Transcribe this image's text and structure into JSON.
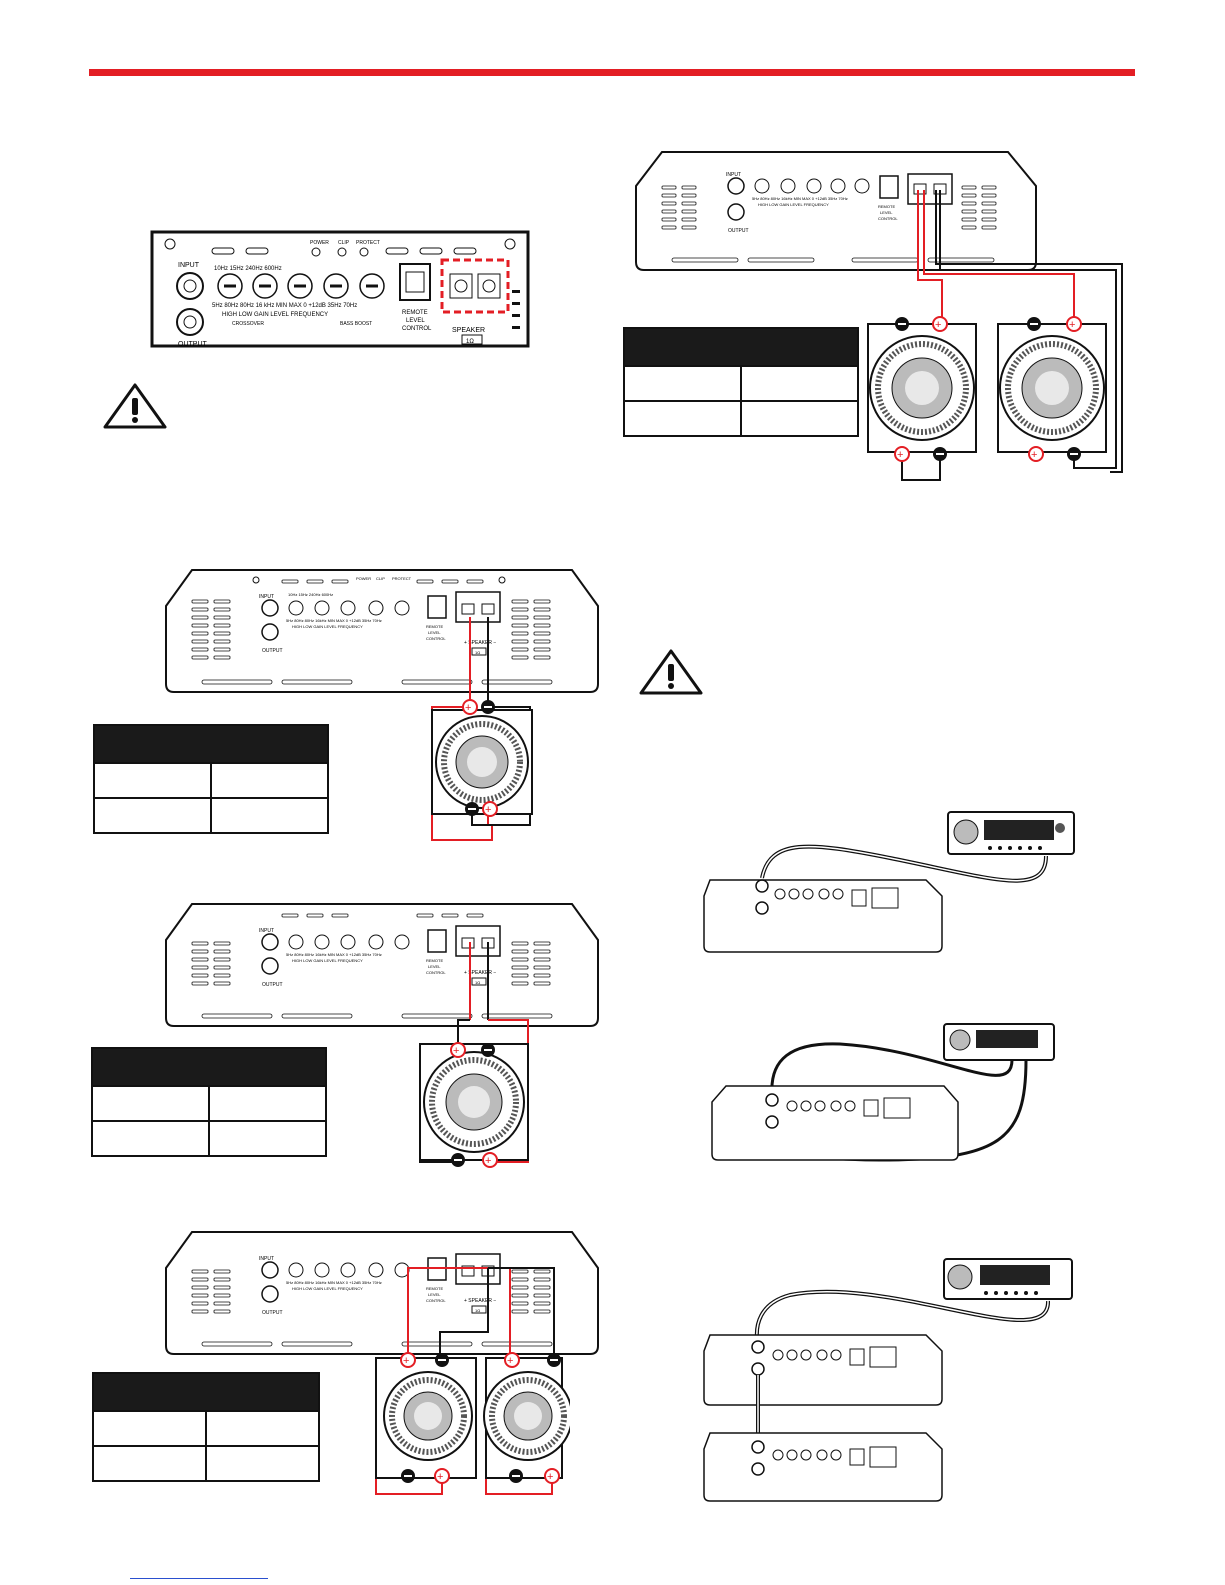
{
  "colors": {
    "accent": "#e31e24",
    "ink": "#111111",
    "header": "#1a1a1a",
    "link": "#2a4fcf"
  },
  "panel": {
    "input": "INPUT",
    "output": "OUTPUT",
    "power": "POWER",
    "clip": "CLIP",
    "protect": "PROTECT",
    "knobs": [
      {
        "top": "10Hz",
        "bottom": "5Hz",
        "name": "HIGH"
      },
      {
        "top": "15Hz  240Hz",
        "bottom": "80Hz  80Hz",
        "name": ""
      },
      {
        "top": "600Hz",
        "bottom": "16 kHz",
        "name": "LOW"
      },
      {
        "top": "",
        "bottom": "MIN  MAX",
        "name": "GAIN"
      },
      {
        "top": "",
        "bottom": "0  +12dB",
        "name": "LEVEL"
      },
      {
        "top": "",
        "bottom": "35Hz  70Hz",
        "name": "FREQUENCY"
      }
    ],
    "crossover": "CROSSOVER",
    "bass_boost": "BASS BOOST",
    "remote": [
      "REMOTE",
      "LEVEL",
      "CONTROL"
    ],
    "speaker": "SPEAKER",
    "impedance": "1Ω"
  },
  "icons": [
    "warning-triangle-icon",
    "warning-triangle-icon",
    "head-unit-icon"
  ]
}
